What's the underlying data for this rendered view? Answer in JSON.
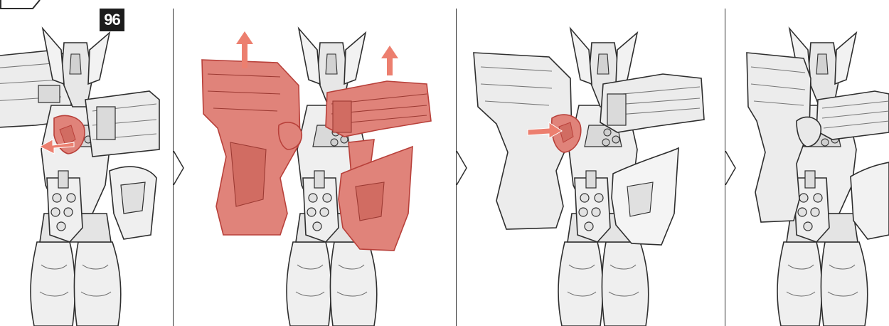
{
  "step_number": "96",
  "panels": [
    {
      "id": "p1",
      "highlight": "small-part",
      "arrow": "left"
    },
    {
      "id": "p2",
      "highlight": "shoulder-armor-removed",
      "arrow": "up"
    },
    {
      "id": "p3",
      "highlight": "small-part",
      "arrow": "right"
    },
    {
      "id": "p4",
      "highlight": "none",
      "arrow": "none"
    }
  ],
  "colors": {
    "highlight": "#e0837a",
    "highlight_edge": "#b8403a",
    "arrow": "#ec7f6f",
    "part_fill": "#efefef",
    "part_shade": "#cfcfcf",
    "outline": "#2e2e2e",
    "badge": "#1c1c1c"
  }
}
